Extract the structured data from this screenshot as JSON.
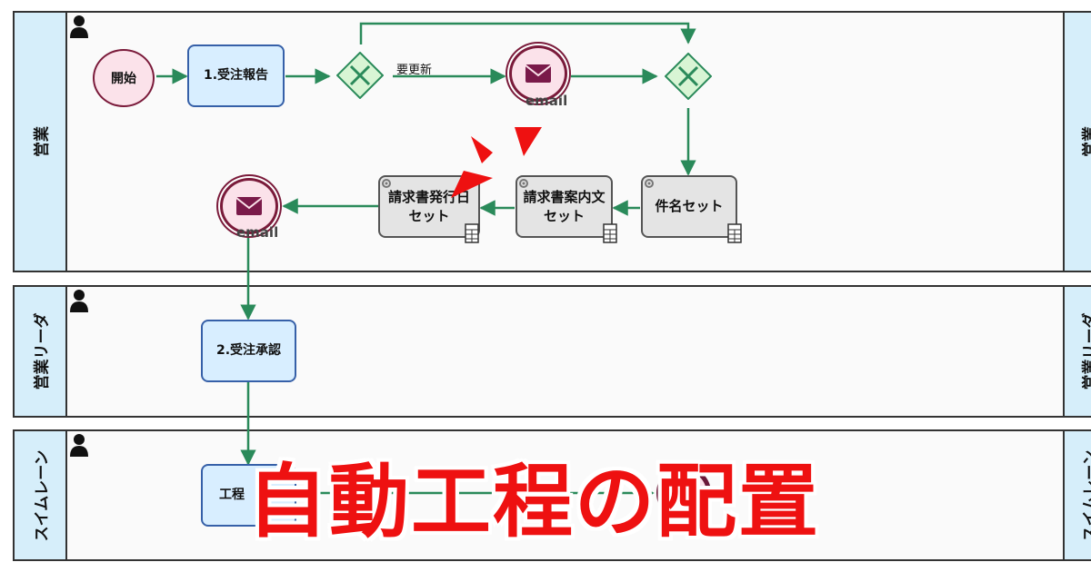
{
  "lanes": [
    {
      "label": "営業"
    },
    {
      "label": "営業リーダ"
    },
    {
      "label": "スイムレーン"
    }
  ],
  "nodes": {
    "start": "開始",
    "task_order_report": "1.受注報告",
    "gateway_label": "要更新",
    "email1": "email",
    "email2": "email",
    "task_subject": "件名セット",
    "task_invoice_text": "請求書案内文\nセット",
    "task_invoice_issue": "請求書発行日\nセット",
    "task_order_approve": "2.受注承認",
    "task_step": "工程"
  },
  "overlay": {
    "title": "自動工程の配置"
  },
  "colors": {
    "flow": "#2a8a5a",
    "lane_header": "#d6eefa",
    "title": "#ee1111"
  }
}
